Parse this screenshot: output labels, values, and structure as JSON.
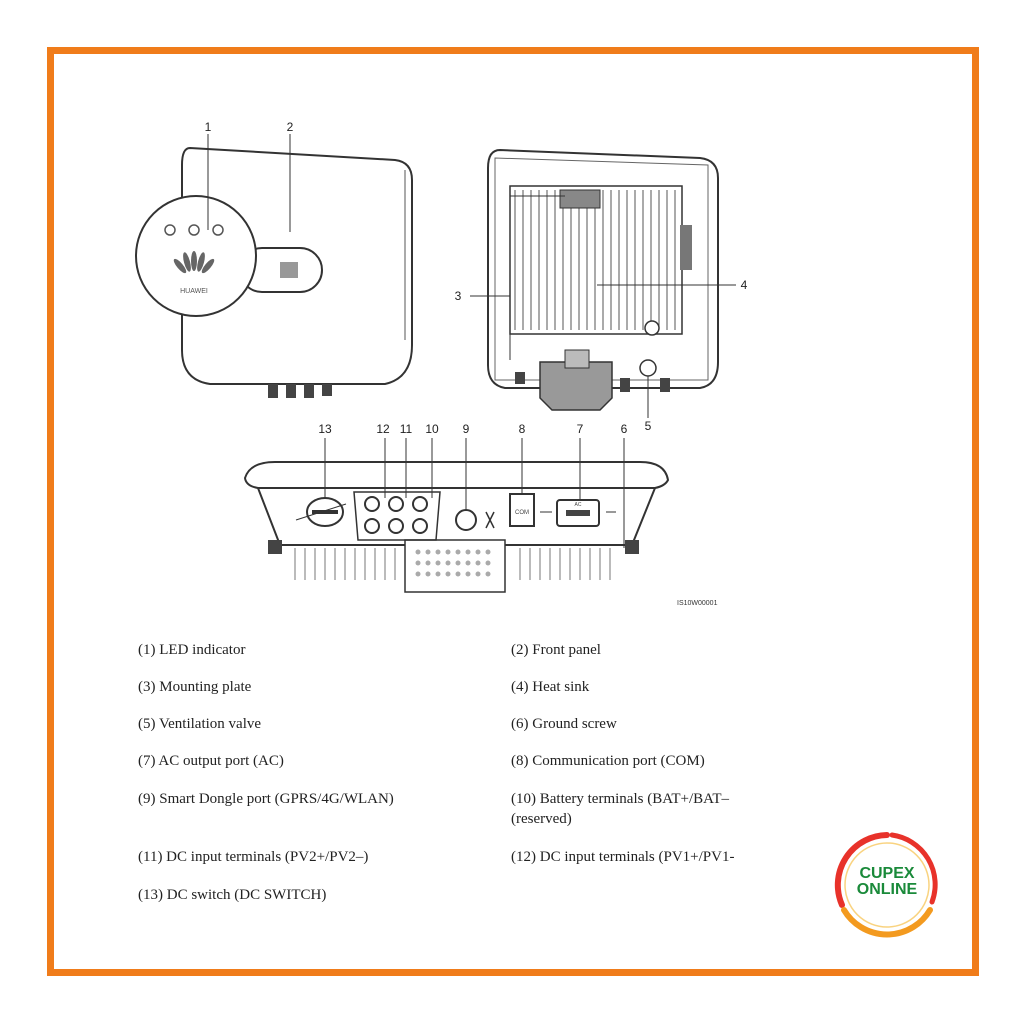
{
  "callouts": [
    "1",
    "2",
    "3",
    "4",
    "5",
    "6",
    "7",
    "8",
    "9",
    "10",
    "11",
    "12",
    "13"
  ],
  "device_labels": {
    "logo_text": "HUAWEI",
    "com_port": "COM",
    "ac_port": "AC"
  },
  "figure_code": "IS10W00001",
  "legend": [
    {
      "text": "(1) LED indicator"
    },
    {
      "text": "(2) Front panel"
    },
    {
      "text": "(3) Mounting plate"
    },
    {
      "text": "(4) Heat sink"
    },
    {
      "text": "(5) Ventilation valve"
    },
    {
      "text": "(6) Ground screw"
    },
    {
      "text": "(7) AC output port (AC)"
    },
    {
      "text": "(8) Communication port (COM)"
    },
    {
      "text": "(9) Smart Dongle port (GPRS/4G/WLAN)"
    },
    {
      "text": "(10) Battery terminals (BAT+/BAT–"
    },
    {
      "text": "(reserved)"
    },
    {
      "text": "(11) DC input terminals (PV2+/PV2–)"
    },
    {
      "text": "(12) DC input terminals (PV1+/PV1-"
    },
    {
      "text": "(13) DC switch (DC SWITCH)"
    }
  ],
  "badge": {
    "line1": "CUPEX",
    "line2": "ONLINE",
    "colors": {
      "red": "#e8322a",
      "orange": "#f39a1f",
      "green": "#1a8a3a"
    }
  },
  "colors": {
    "frame": "#f07c1a",
    "ink": "#222222"
  }
}
